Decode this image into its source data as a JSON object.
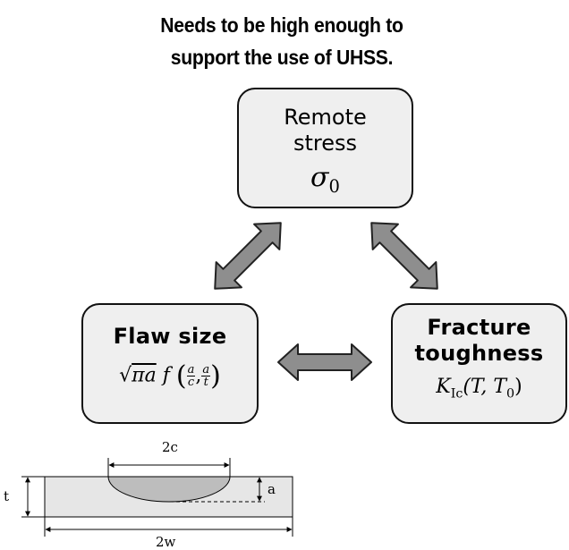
{
  "headline": {
    "line1": "Needs to be high enough to",
    "line2": "support the use of UHSS."
  },
  "boxes": {
    "remote": {
      "title_line1": "Remote",
      "title_line2": "stress",
      "formula_symbol": "σ",
      "formula_sub": "0"
    },
    "flaw": {
      "title": "Flaw size",
      "sqrt_arg": "πa",
      "func": "f",
      "frac1_num": "a",
      "frac1_den": "c",
      "frac2_num": "a",
      "frac2_den": "t",
      "comma": ","
    },
    "fracture": {
      "title_line1": "Fracture",
      "title_line2": "toughness",
      "formula_symbol": "K",
      "formula_sub": "Ic",
      "formula_args": "(T, T",
      "formula_args_sub": "0",
      "formula_close": ")"
    }
  },
  "plate": {
    "label_2c": "2c",
    "label_t": "t",
    "label_a": "a",
    "label_2w": "2w"
  }
}
